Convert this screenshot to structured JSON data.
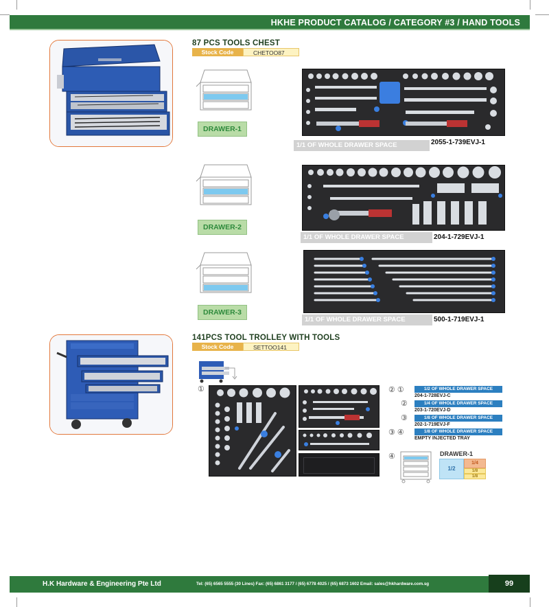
{
  "header": {
    "title": "HKHE PRODUCT CATALOG / CATEGORY #3 / HAND TOOLS"
  },
  "section1": {
    "title": "87 PCS TOOLS CHEST",
    "stock_label": "Stock Code",
    "stock_code": "CHETOO87",
    "drawers": [
      {
        "button": "DRAWER-1",
        "caption": "1/1 OF WHOLE DRAWER SPACE",
        "code": "2055-1-739EVJ-1"
      },
      {
        "button": "DRAWER-2",
        "caption": "1/1 OF WHOLE DRAWER SPACE",
        "code": "204-1-729EVJ-1"
      },
      {
        "button": "DRAWER-3",
        "caption": "1/1 OF WHOLE DRAWER SPACE",
        "code": "500-1-719EVJ-1"
      }
    ]
  },
  "section2": {
    "title": "141PCS TOOL TROLLEY WITH TOOLS",
    "stock_label": "Stock Code",
    "stock_code": "SETTOO141",
    "markers": [
      "①",
      "②",
      "③",
      "④"
    ],
    "inserts": [
      {
        "marker": "② ①",
        "label": "1/2 OF WHOLE DRAWER SPACE",
        "code": "204-1-728EVJ-C"
      },
      {
        "marker": "②",
        "label": "1/4 OF WHOLE DRAWER SPACE",
        "code": "203-1-720EVJ-D"
      },
      {
        "marker": "③",
        "label": "1/8 OF WHOLE DRAWER SPACE",
        "code": "202-1-719EVJ-F"
      },
      {
        "marker": "③ ④",
        "label": "1/8 OF WHOLE DRAWER SPACE",
        "code": "EMPTY INJECTED TRAY"
      }
    ],
    "layout": {
      "title": "DRAWER-1",
      "half": "1/2",
      "quarter": "1/4",
      "eighth_a": "1/8",
      "eighth_b": "1/8",
      "marker": "④"
    }
  },
  "footer": {
    "company": "H.K Hardware & Engineering Pte Ltd",
    "contact": "Tel: (65) 6565 5555 (30 Lines)  Fax: (65) 6861 3177 / (65) 6778 4025 / (65) 6873 1602  Email: sales@hkhardware.com.sg",
    "page": "99"
  },
  "colors": {
    "green": "#2f7a3d",
    "orange": "#e2773a",
    "blue": "#2c7fc0",
    "gold": "#e8b34a"
  }
}
